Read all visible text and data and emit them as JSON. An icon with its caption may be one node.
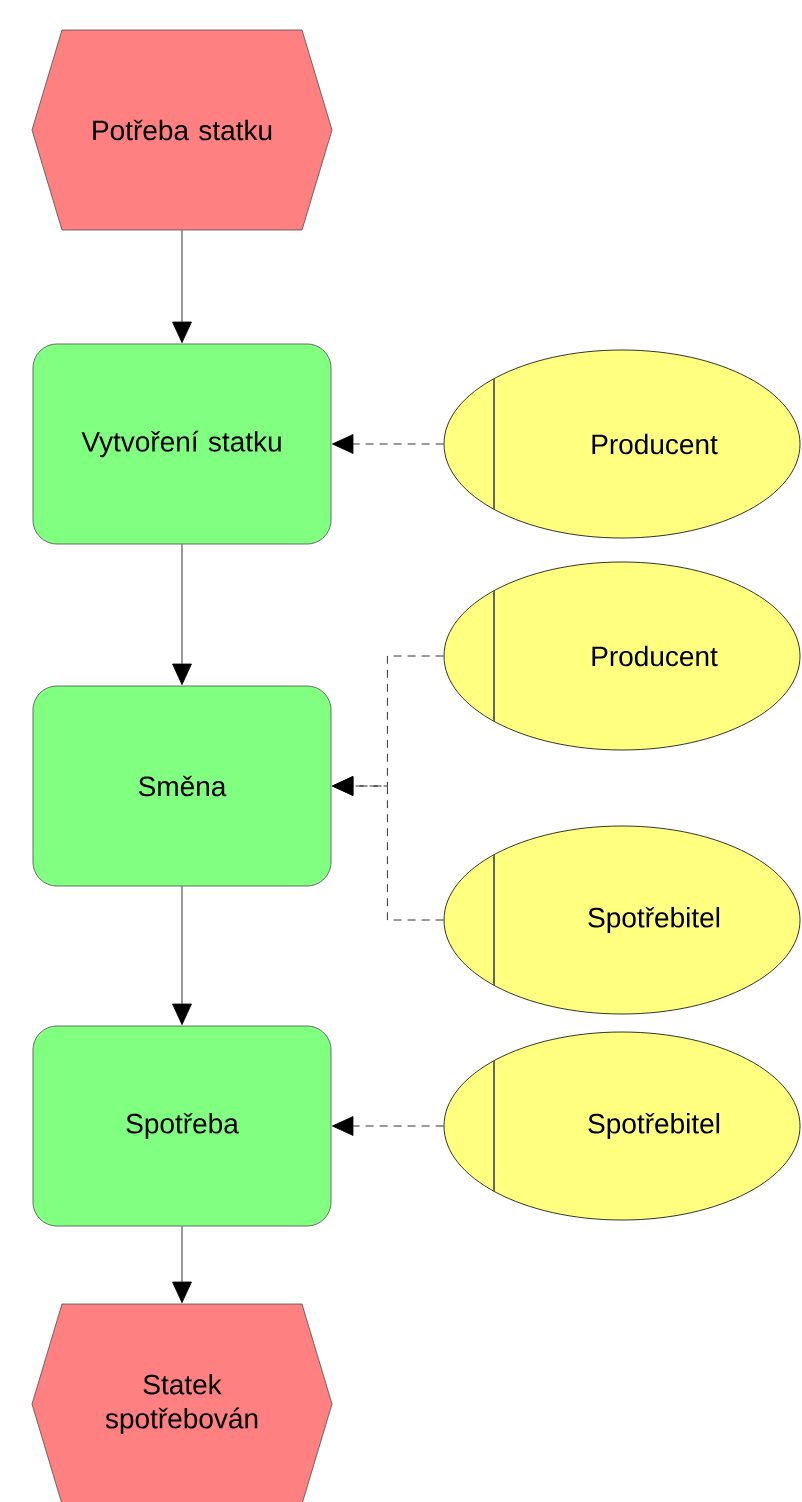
{
  "diagram": {
    "nodes": [
      {
        "text": [
          "Potřeba statku"
        ]
      },
      {
        "text": [
          "Vytvoření statku"
        ]
      },
      {
        "text": [
          "Producent"
        ]
      },
      {
        "text": [
          "Směna"
        ]
      },
      {
        "text": [
          "Producent"
        ]
      },
      {
        "text": [
          "Spotřebitel"
        ]
      },
      {
        "text": [
          "Spotřeba"
        ]
      },
      {
        "text": [
          "Spotřebitel"
        ]
      },
      {
        "text": [
          "Statek spotřebován"
        ]
      }
    ],
    "edges": [
      {
        "from": 0,
        "to": 1,
        "arrow": "to"
      },
      {
        "from": 2,
        "to": 1,
        "arrow": "to",
        "style": "dashed"
      },
      {
        "from": 1,
        "to": 3,
        "arrow": "to"
      },
      {
        "from": 4,
        "to": 3,
        "arrow": "to",
        "style": "dashed"
      },
      {
        "from": 5,
        "to": 3,
        "arrow": "to",
        "style": "dashed"
      },
      {
        "from": 3,
        "to": 6,
        "arrow": "to"
      },
      {
        "from": 7,
        "to": 6,
        "arrow": "to",
        "style": "dashed"
      },
      {
        "from": 6,
        "to": 8,
        "arrow": "to"
      }
    ]
  }
}
